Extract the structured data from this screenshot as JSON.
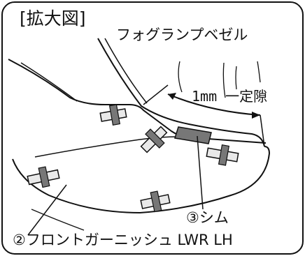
{
  "title": "[拡大図]",
  "labels": {
    "fog_bezel": "フォグランプベゼル",
    "gap": "1mm 一定隙",
    "shim": "③シム",
    "garnish": "②フロントガーニッシュ LWR LH"
  },
  "colors": {
    "line": "#111111",
    "tape": "#e9e9e9",
    "shim_fill": "#777777",
    "background": "#ffffff"
  }
}
